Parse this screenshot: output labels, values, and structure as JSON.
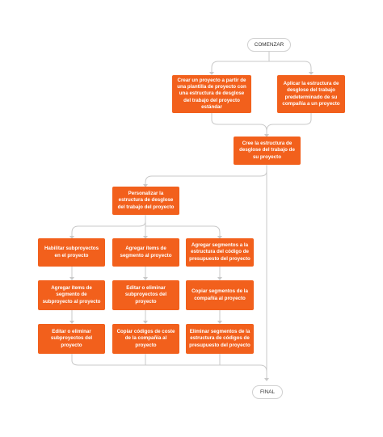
{
  "diagram": {
    "start_label": "COMENZAR",
    "end_label": "FINAL",
    "nodes": {
      "crear_plantilla": "Crear un proyecto a partir de una plantilla de proyecto con una estructura de desglose del trabajo del proyecto estándar",
      "aplicar_estructura": "Aplicar la estructura de desglose del trabajo predeterminado de su compañía a un proyecto",
      "cree_estructura": "Cree la estructura de desglose del trabajo de su proyecto",
      "personalizar": "Personalizar la estructura de desglose del trabajo del proyecto",
      "habilitar_subproyectos": "Habilitar subproyectos en el proyecto",
      "agregar_items": "Agregar ítems de segmento al proyecto",
      "agregar_segmentos": "Agregar segmentos a la estructura del código de presupuesto del proyecto",
      "agregar_items_subproyecto": "Agregar ítems de segmento de subproyecto al proyecto",
      "editar_eliminar_segmentos": "Editar o eliminar subproyectos del proyecto",
      "copiar_segmentos_compania": "Copiar segmentos de la compañía al proyecto",
      "editar_eliminar_subproyectos": "Editar o eliminar subproyectos del proyecto",
      "copiar_codigos_coste": "Copiar códigos de coste de la compañía al proyecto",
      "eliminar_segmentos": "Eliminar segmentos de la estructura de códigos de presupuesto del proyecto"
    }
  }
}
